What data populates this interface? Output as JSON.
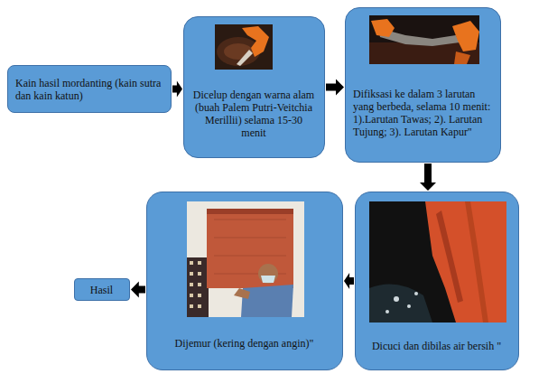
{
  "diagram": {
    "nodes": [
      {
        "text": [
          "Kain hasil mordanting (kain sutra dan kain katun)"
        ]
      },
      {
        "text": [
          "Dicelup dengan warna alam (buah Palem Putri-Veitchia Merillii) selama 15-30 menit"
        ]
      },
      {
        "text": [
          "Difiksasi ke dalam 3 larutan yang berbeda, selama 10 menit: 1).Larutan Tawas; 2). Larutan Tujung; 3). Larutan Kapur\""
        ]
      },
      {
        "text": [
          "Dicuci dan dibilas air bersih \""
        ]
      },
      {
        "text": [
          "Dijemur (kering dengan angin)\""
        ]
      },
      {
        "text": [
          "Hasil"
        ]
      }
    ],
    "edges": [
      {
        "from": 0,
        "to": 1,
        "arrow": "to"
      },
      {
        "from": 1,
        "to": 2,
        "arrow": "to"
      },
      {
        "from": 2,
        "to": 3,
        "arrow": "to"
      },
      {
        "from": 3,
        "to": 4,
        "arrow": "to"
      },
      {
        "from": 4,
        "to": 5,
        "arrow": "to"
      }
    ]
  }
}
